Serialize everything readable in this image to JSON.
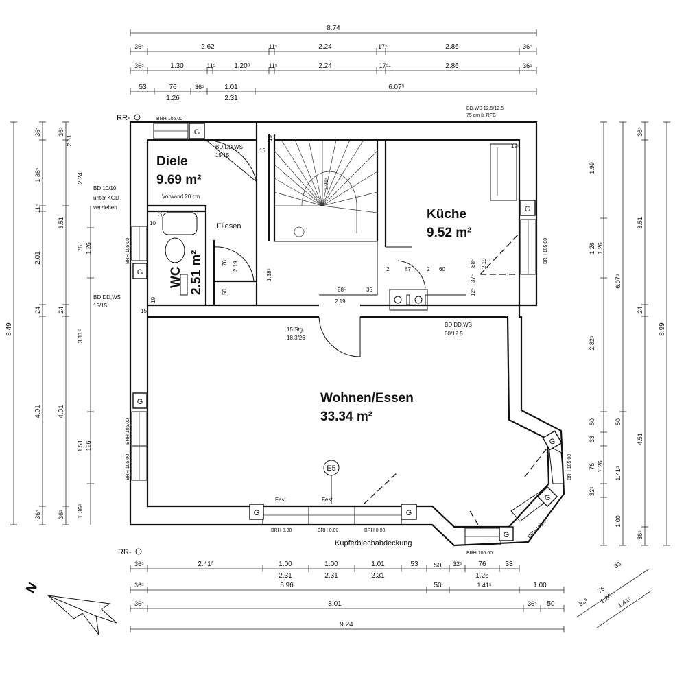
{
  "rooms": {
    "diele": {
      "name": "Diele",
      "area": "9.69 m²"
    },
    "kueche": {
      "name": "Küche",
      "area": "9.52 m²"
    },
    "wohnen": {
      "name": "Wohnen/Essen",
      "area": "33.34 m²"
    },
    "wc": {
      "name": "WC",
      "area": "2.51 m²"
    }
  },
  "top_dims": {
    "row1": [
      "8.74"
    ],
    "row2": [
      "36⁵",
      "2.62",
      "11⁵",
      "2.24",
      "17⁵",
      "2.86",
      "36⁵"
    ],
    "row3": [
      "36⁵",
      "1.30",
      "11⁵",
      "1.20⁵",
      "11⁵",
      "2.24",
      "17⁵-",
      "2.86",
      "36⁵"
    ],
    "row4": [
      "53",
      "76",
      "36⁵",
      "1.01",
      "6.07⁵"
    ],
    "row4b": [
      "1.26",
      "2.31"
    ]
  },
  "bottom_dims": {
    "row1": [
      "36⁵",
      "2.41⁵",
      "1.00",
      "1.00",
      "1.01",
      "53",
      "50",
      "32⁵",
      "76",
      "33"
    ],
    "row1b": [
      "2.31",
      "2.31",
      "2.31",
      "1.26"
    ],
    "row2": [
      "36⁵",
      "5.96",
      "50",
      "1.41⁵",
      "1.00"
    ],
    "row3": [
      "36⁵",
      "8.01",
      "36⁵",
      "50"
    ],
    "row4": [
      "9.24"
    ],
    "diag": [
      "32⁵",
      "76",
      "33",
      "1.26",
      "1.41⁵"
    ]
  },
  "left_dims": {
    "outer": [
      "8.49"
    ],
    "col1": [
      "36⁵",
      "1.38⁵",
      "11⁵",
      "2.01",
      "24",
      "4.01",
      "36⁵"
    ],
    "col2": [
      "36⁵",
      "2.31",
      "2.24",
      "3.51",
      "76",
      "1.26",
      "24",
      "3.11⁵",
      "4.01",
      "1.51",
      "126",
      "36⁵",
      "1.36⁵"
    ]
  },
  "right_dims": {
    "outer": [
      "8.99"
    ],
    "col1": [
      "36⁵",
      "3.51",
      "24",
      "4.51",
      "36⁵"
    ],
    "col2": [
      "1.99",
      "1.26",
      "1.26",
      "6.07⁵",
      "2.82⁵",
      "50",
      "33",
      "1.26",
      "1.41⁵",
      "1.00",
      "76",
      "32⁵",
      "50"
    ]
  },
  "annotations": {
    "rr_top": "RR-",
    "rr_bottom": "RR-",
    "brh_top": "BRH 105.00",
    "bd_top_right": "BD,WS 12.5/12.5",
    "bd_top_right2": "75 cm ü. RFB",
    "bd_diele": "BD,DD,WS",
    "bd_diele2": "15/15",
    "bd_kgd": "BD 10/10",
    "bd_kgd2": "unter KGD",
    "bd_kgd3": "verziehen",
    "vorwand": "Vorwand 20 cm",
    "fliesen": "Fliesen",
    "bd_wc": "BD,DD,WS",
    "bd_wc2": "15/15",
    "bd_kueche": "BD,DD,WS",
    "bd_kueche2": "60/12.5",
    "stairs": "15 Stg.",
    "stairs2": "18.3/26",
    "stair_rise": "1.91⁵",
    "fest1": "Fest",
    "fest2": "Fest",
    "brh000a": "BRH 0.00",
    "brh000b": "BRH 0.00",
    "brh000c": "BRH 0.00",
    "brh_bottom": "BRH 105.00",
    "brh_left1": "BRH 105.00",
    "brh_left2": "BRH 105.00",
    "brh_left3": "BRH 105.00",
    "brh_right1": "BRH 105.00",
    "brh_right2": "BRH 105.00",
    "brh_right3": "BRH 105.00",
    "kupfer": "Kupferblechabdeckung",
    "e5": "E5",
    "g": "G",
    "inner": [
      "15",
      "15",
      "10",
      "10",
      "19",
      "15",
      "76",
      "2.19",
      "50",
      "1.38⁵",
      "88⁵",
      "2.19",
      "35",
      "2",
      "87",
      "2",
      "60",
      "88⁵",
      "2.19",
      "12⁵",
      "37⁵",
      "12⁵"
    ],
    "north": "N"
  }
}
